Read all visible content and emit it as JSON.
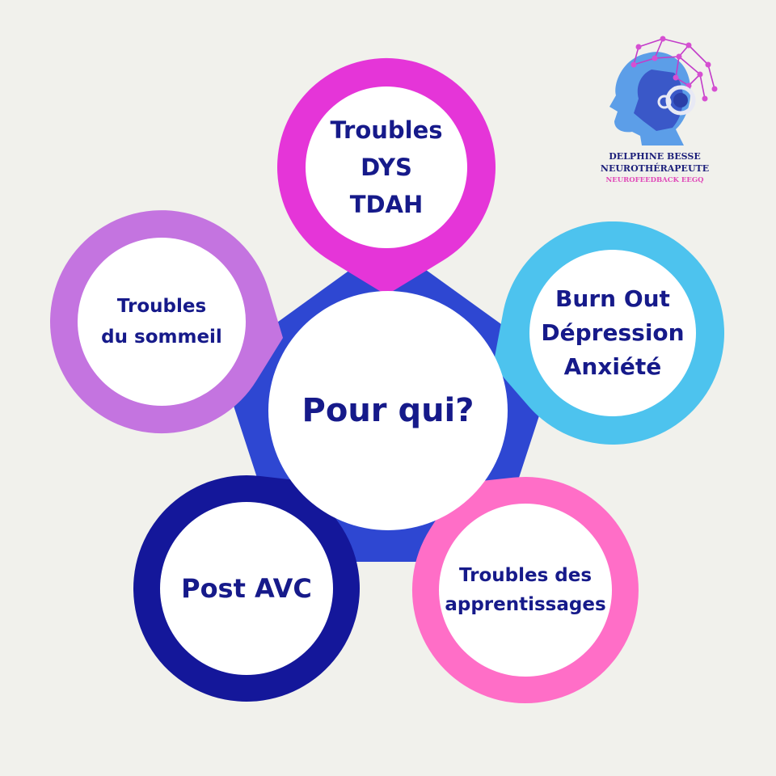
{
  "center": {
    "text": "Pour qui?"
  },
  "nodes": [
    {
      "id": "dys-tdah",
      "lines": [
        "Troubles",
        "DYS",
        "TDAH"
      ],
      "ring_color": "#e535d8"
    },
    {
      "id": "burnout",
      "lines": [
        "Burn Out",
        "Dépression",
        "Anxiété"
      ],
      "ring_color": "#4dc3ee"
    },
    {
      "id": "apprentissages",
      "lines": [
        "Troubles des",
        "apprentissages"
      ],
      "ring_color": "#ff6ec7"
    },
    {
      "id": "post-avc",
      "lines": [
        "Post AVC"
      ],
      "ring_color": "#14179a"
    },
    {
      "id": "sommeil",
      "lines": [
        "Troubles",
        "du sommeil"
      ],
      "ring_color": "#c474e0"
    }
  ],
  "colors": {
    "hub": "#2e47d2",
    "text": "#161a8a",
    "background": "#f1f1ec"
  },
  "brand": {
    "name": "DELPHINE BESSE",
    "title": "NEUROTHÉRAPEUTE",
    "subtitle": "NEUROFEEDBACK EEGQ",
    "logo_icon": "brain-head-icon"
  }
}
